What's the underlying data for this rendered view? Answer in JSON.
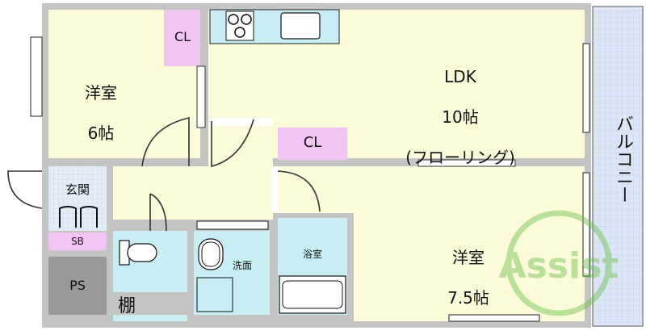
{
  "rooms": {
    "western_room_1": {
      "name": "洋室",
      "size": "6帖"
    },
    "ldk": {
      "name": "LDK",
      "size": "10帖",
      "floor": "(フローリング)"
    },
    "western_room_2": {
      "name": "洋室",
      "size": "7.5帖"
    },
    "closet_1": "CL",
    "closet_2": "CL",
    "entrance": "玄関",
    "shoe_box": "SB",
    "pipe_space": "PS",
    "shelf": "棚",
    "washroom": "洗面",
    "bathroom": "浴室",
    "balcony": "バルコニー"
  },
  "watermark": "Assist",
  "colors": {
    "floor": "#fbfbd9",
    "wall": "#c4c4c4",
    "closet": "#f2c4f2",
    "wet_area": "#c8eef3",
    "entrance": "#e4ecf8",
    "ps": "#999999",
    "balcony": "#dce6f6"
  }
}
